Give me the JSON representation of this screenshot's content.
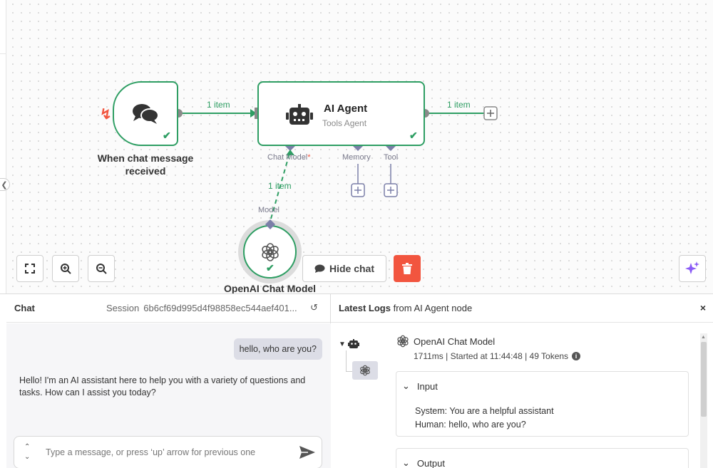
{
  "canvas": {
    "trigger_node": {
      "label": "When chat message received"
    },
    "agent_node": {
      "title": "AI Agent",
      "subtitle": "Tools Agent"
    },
    "model_node": {
      "label": "OpenAI Chat Model"
    },
    "wires": {
      "trigger_to_agent": "1 item",
      "agent_output": "1 item",
      "model_to_agent": "1 item"
    },
    "handles": {
      "chat_model": "Chat Model",
      "chat_model_required": "*",
      "memory": "Memory",
      "tool": "Tool",
      "model": "Model"
    },
    "buttons": {
      "hide_chat": "Hide chat"
    },
    "colors": {
      "success": "#2e9e63",
      "danger": "#f2553f",
      "handle": "#7b7fa8",
      "assistant_sparkle": "#8b5cf6"
    }
  },
  "chat": {
    "title": "Chat",
    "session_label": "Session",
    "session_id": "6b6cf69d995d4f98858ec544aef401...",
    "messages": [
      {
        "role": "user",
        "text": "hello, who are you?"
      },
      {
        "role": "assistant",
        "text": "Hello! I'm an AI assistant here to help you with a variety of questions and tasks. How can I assist you today?"
      }
    ],
    "input_placeholder": "Type a message, or press ‘up’ arrow for previous one"
  },
  "logs": {
    "title_bold": "Latest Logs",
    "title_rest": "from AI Agent node",
    "close": "×",
    "entry": {
      "name": "OpenAI Chat Model",
      "meta": "1711ms | Started at 11:44:48 | 49 Tokens"
    },
    "input_section": {
      "label": "Input",
      "lines": [
        "System: You are a helpful assistant",
        "Human: hello, who are you?"
      ]
    },
    "output_section": {
      "label": "Output"
    }
  }
}
